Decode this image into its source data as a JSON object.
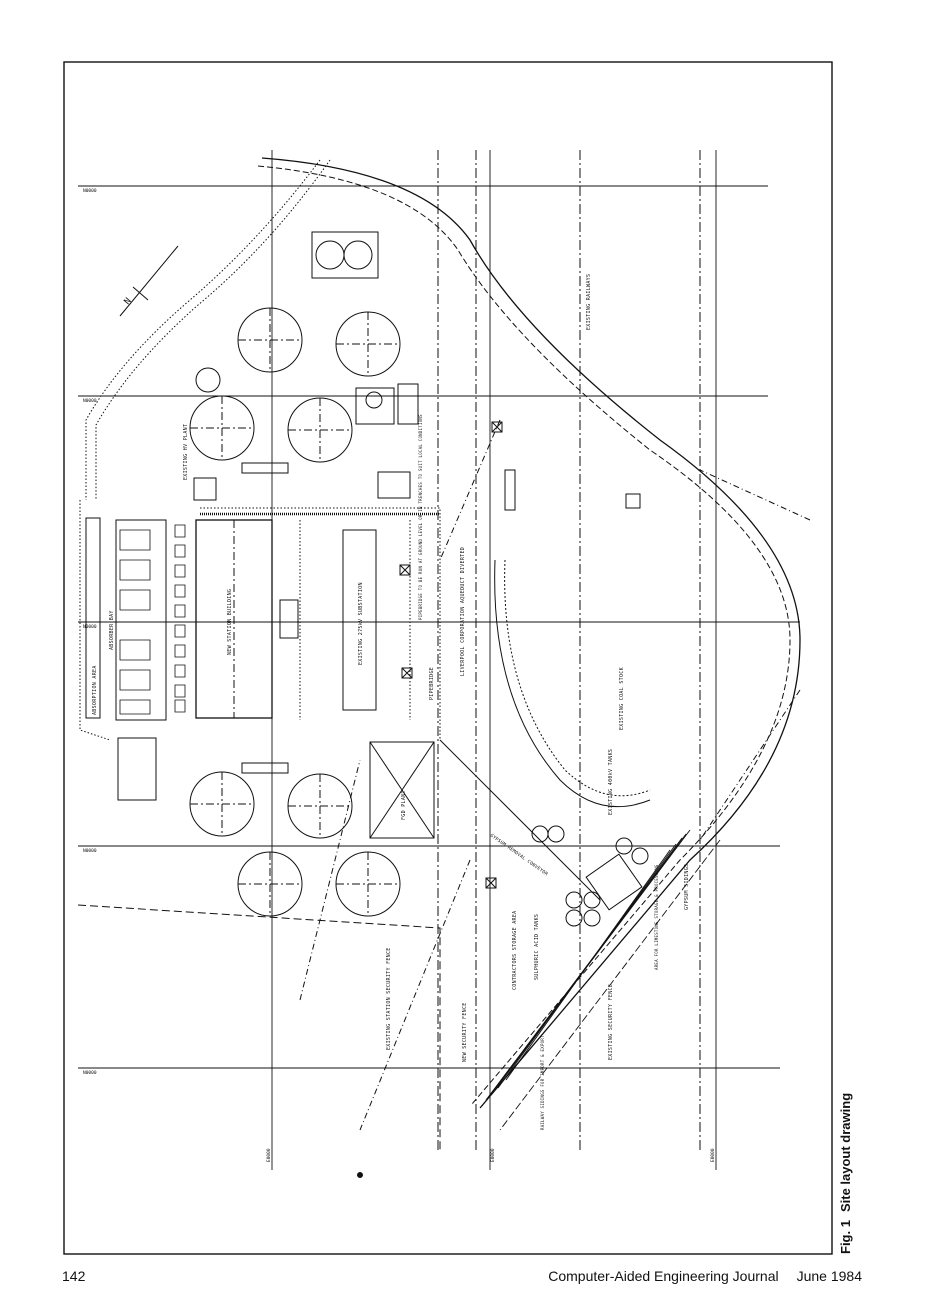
{
  "figure": {
    "number": "Fig. 1",
    "title": "Site layout drawing",
    "labels": {
      "absorption_area": "ABSORPTION AREA",
      "absorber_bay": "ABSORBER BAY",
      "new_station_building": "NEW STATION BUILDING",
      "existing_substation": "EXISTING 275kV SUBSTATION",
      "pipebridge_note": "PIPEBRIDGE TO BE RUN AT GROUND LEVEL OR IN TRENCHES TO SUIT LOCAL CONDITIONS",
      "pipebridge": "PIPEBRIDGE",
      "corporation_aqueduct": "LIVERPOOL CORPORATION AQUEDUCT DIVERTED",
      "existing_coal_stock": "EXISTING COAL STOCK",
      "existing_railways": "EXISTING RAILWAYS",
      "existing_hv_plant": "EXISTING HV PLANT",
      "fgd_plant": "FGD PLANT",
      "existing_oil_tanks": "EXISTING 400kV TANKS",
      "existing_station_fence": "EXISTING STATION SECURITY FENCE",
      "new_security_fence": "NEW SECURITY FENCE",
      "contractors_storage": "CONTRACTORS STORAGE AREA",
      "sulphuric_acid_tanks": "SULPHURIC ACID TANKS",
      "limestone_area": "AREA FOR LIMESTONE STORAGE & PROCESSING",
      "existing_security_fence": "EXISTING SECURITY FENCE",
      "gypsum_sidings": "GYPSUM SIDINGS",
      "railway_sidings": "RAILWAY SIDINGS FOR IMPORT & EXPORT",
      "gypsum_removal": "GYPSUM REMOVAL CONVEYOR",
      "north": "N"
    },
    "grid_labels": {
      "h1": "N0000",
      "h2": "N0000",
      "h3": "N0000",
      "h4": "N0000",
      "h5": "N0000",
      "v1": "E0000",
      "v2": "E0000",
      "v3": "E0000"
    }
  },
  "footer": {
    "page_number": "142",
    "journal": "Computer-Aided Engineering Journal",
    "date": "June 1984"
  }
}
